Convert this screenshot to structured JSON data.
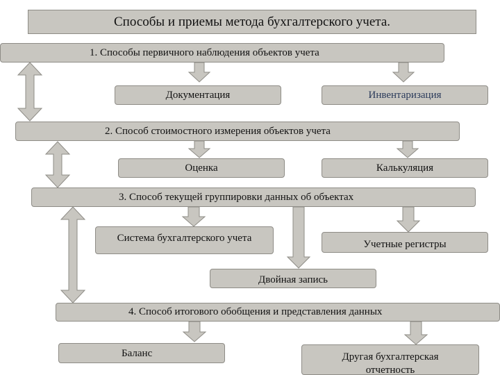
{
  "diagram": {
    "title": "Способы и приемы метода бухгалтерского учета.",
    "level1": {
      "label": "1. Способы первичного наблюдения объектов учета",
      "children": [
        "Документация",
        "Инвентаризация"
      ]
    },
    "level2": {
      "label": "2. Способ стоимостного измерения объектов учета",
      "children": [
        "Оценка",
        "Калькуляция"
      ]
    },
    "level3": {
      "label": "3. Способ текущей группировки данных об объектах",
      "children": [
        "Система бухгалтерского учета",
        "Двойная запись",
        "Учетные регистры"
      ]
    },
    "level4": {
      "label": "4. Способ итогового обобщения и представления данных",
      "children": [
        "Баланс",
        "Другая бухгалтерская отчетность"
      ]
    }
  }
}
